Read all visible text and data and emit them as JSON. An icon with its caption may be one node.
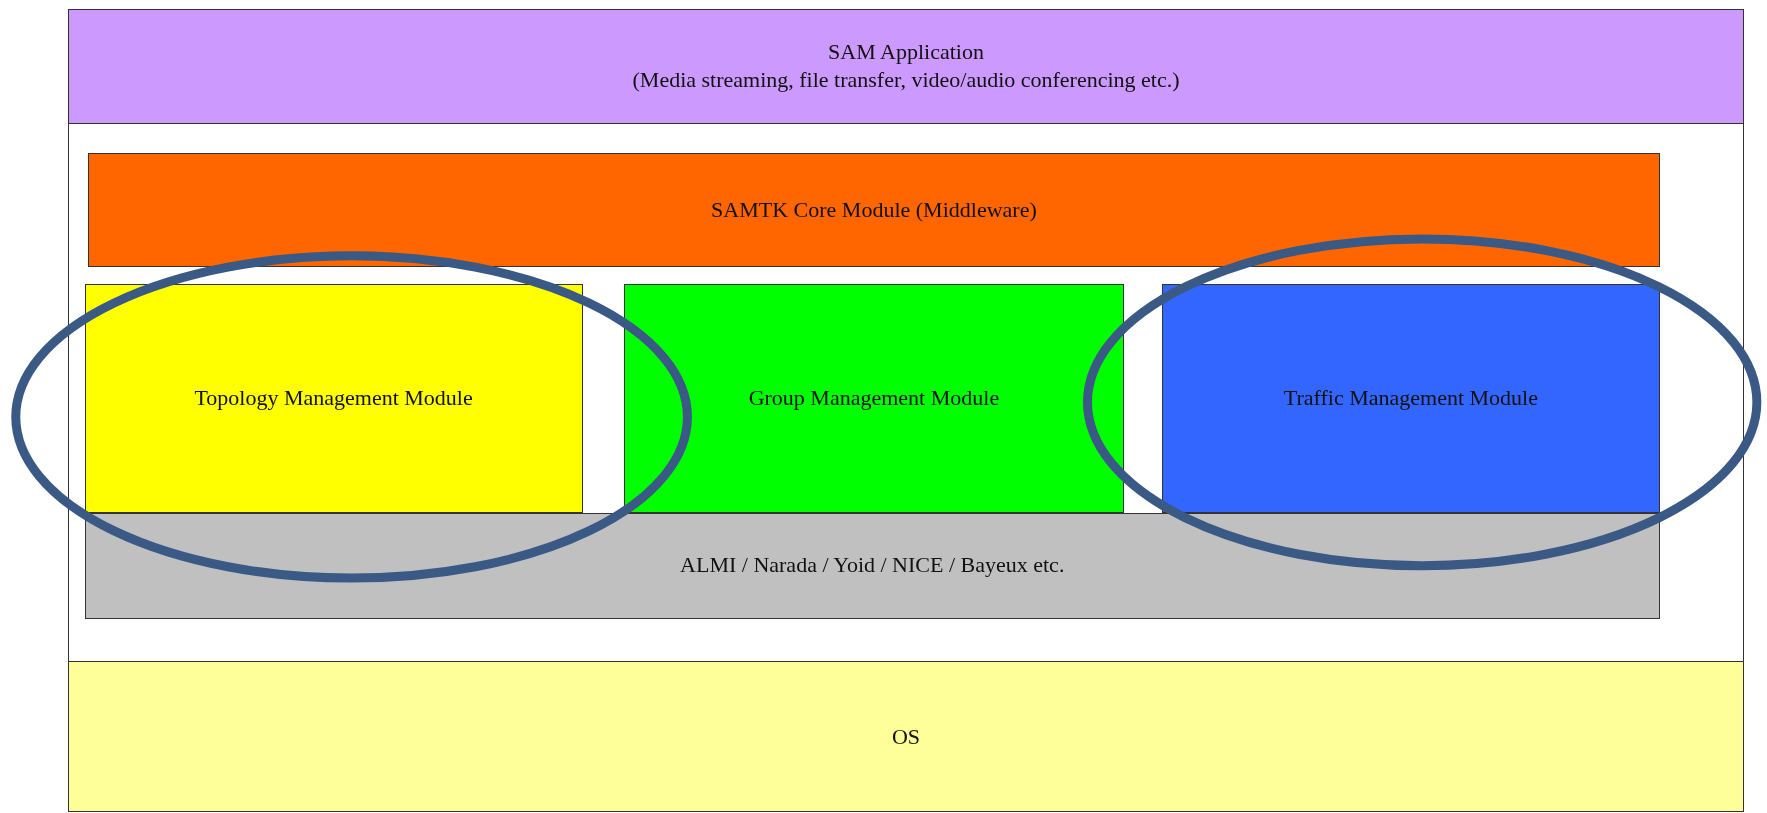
{
  "diagram": {
    "nodes": [
      {
        "text": [
          "SAM Application",
          "(Media streaming, file transfer, video/audio conferencing etc.)"
        ]
      },
      {
        "text": [
          "SAMTK Core Module (Middleware)"
        ]
      },
      {
        "text": [
          "Topology Management Module"
        ]
      },
      {
        "text": [
          "Group Management Module"
        ]
      },
      {
        "text": [
          "Traffic Management Module"
        ]
      },
      {
        "text": [
          "ALMI / Narada / Yoid / NICE / Bayeux etc."
        ]
      },
      {
        "text": [
          "OS"
        ]
      }
    ]
  }
}
